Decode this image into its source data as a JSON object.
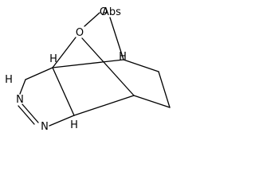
{
  "molecule": {
    "atom_labels": {
      "oxygen_left": "O",
      "oxygen_right": "O",
      "abs_marker": "Abs",
      "ring_h_ch2": "H",
      "ring_h_top": "H",
      "ring_h_bottom": "H",
      "ring_h_right": "H",
      "nitrogen_upper": "N",
      "nitrogen_lower": "N"
    },
    "colors": {
      "bond": "#000000",
      "text": "#000000",
      "background": "#ffffff"
    }
  }
}
